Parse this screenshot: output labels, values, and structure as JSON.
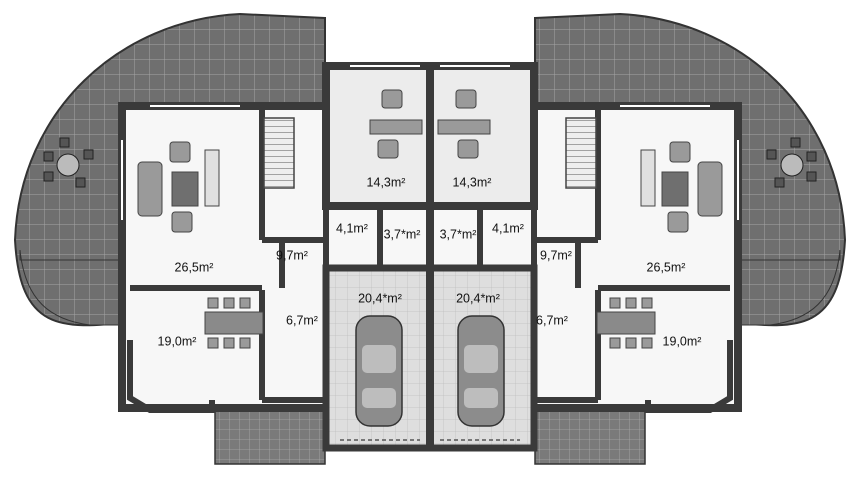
{
  "plan": {
    "colors": {
      "terrace_fill": "#6f6f6f",
      "terrace_grid": "#9a9a9a",
      "wall": "#3a3a3a",
      "interior": "#f7f7f7",
      "garage_floor": "#dcdcdc",
      "hall_floor": "#ececec"
    },
    "rooms": [
      {
        "id": "office-left",
        "area": "14,3m²"
      },
      {
        "id": "office-right",
        "area": "14,3m²"
      },
      {
        "id": "wc-left",
        "area": "4,1m²"
      },
      {
        "id": "bath-left",
        "area": "3,7*m²"
      },
      {
        "id": "bath-right",
        "area": "3,7*m²"
      },
      {
        "id": "wc-right",
        "area": "4,1m²"
      },
      {
        "id": "living-left",
        "area": "26,5m²"
      },
      {
        "id": "living-right",
        "area": "26,5m²"
      },
      {
        "id": "hall-left",
        "area": "9,7m²"
      },
      {
        "id": "hall-right",
        "area": "9,7m²"
      },
      {
        "id": "garage-left",
        "area": "20,4*m²"
      },
      {
        "id": "garage-right",
        "area": "20,4*m²"
      },
      {
        "id": "entry-left",
        "area": "6,7m²"
      },
      {
        "id": "entry-right",
        "area": "6,7m²"
      },
      {
        "id": "kitchen-left",
        "area": "19,0m²"
      },
      {
        "id": "kitchen-right",
        "area": "19,0m²"
      }
    ]
  }
}
